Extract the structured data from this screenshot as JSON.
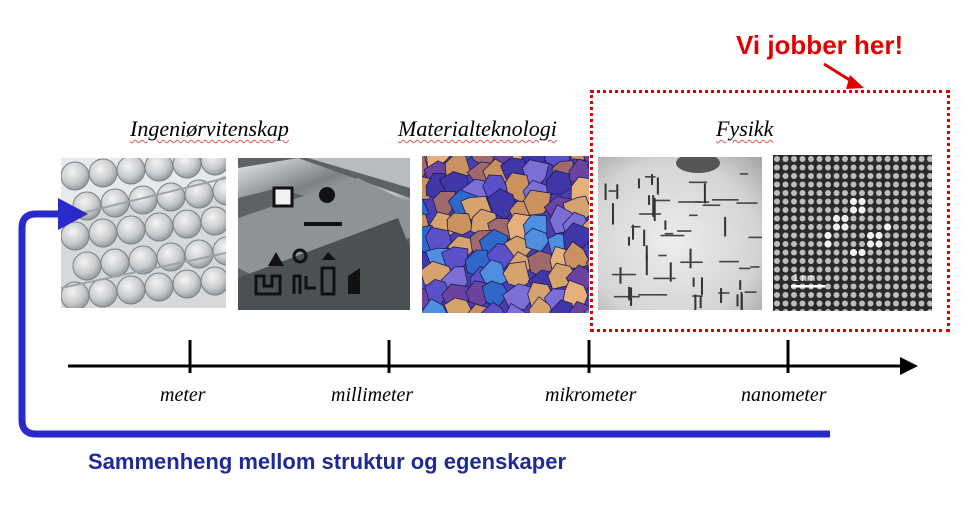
{
  "callout": {
    "text": "Vi jobber her!",
    "color": "#e00000"
  },
  "categories": [
    {
      "label": "Ingeniørvitenskap"
    },
    {
      "label": "Materialteknologi"
    },
    {
      "label": "Fysikk"
    }
  ],
  "scale_labels": [
    "meter",
    "millimeter",
    "mikrometer",
    "nanometer"
  ],
  "images": {
    "aluminium_bars": "aluminium-bars-photo",
    "extrusion_profiles": "extrusion-profiles-photo",
    "grain_structure": "grain-structure-micrograph",
    "precipitates": "precipitate-tem-micrograph",
    "atomic": "atomic-resolution-tem-image",
    "atomic_scalebar": "1 nm"
  },
  "caption": {
    "text": "Sammenheng mellom struktur og egenskaper",
    "color": "#1f2a99"
  },
  "colors": {
    "highlight_box": "#e00000",
    "feedback_arrow": "#2a2acb",
    "axis": "#000000"
  }
}
